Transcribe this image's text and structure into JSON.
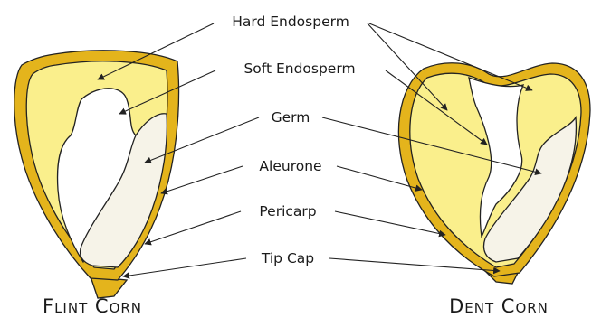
{
  "labels": {
    "hard_endosperm": "Hard Endosperm",
    "soft_endosperm": "Soft Endosperm",
    "germ": "Germ",
    "aleurone": "Aleurone",
    "pericarp": "Pericarp",
    "tip_cap": "Tip Cap"
  },
  "kernels": {
    "flint": {
      "title": "Flint Corn"
    },
    "dent": {
      "title": "Dent Corn"
    }
  },
  "colors": {
    "pericarp": "#E4B41C",
    "aleurone": "#F0C832",
    "hard_endosperm": "#FAEF8C",
    "soft_endosperm": "#FFFFFF",
    "germ": "#F6F3E8",
    "outline": "#222222"
  }
}
